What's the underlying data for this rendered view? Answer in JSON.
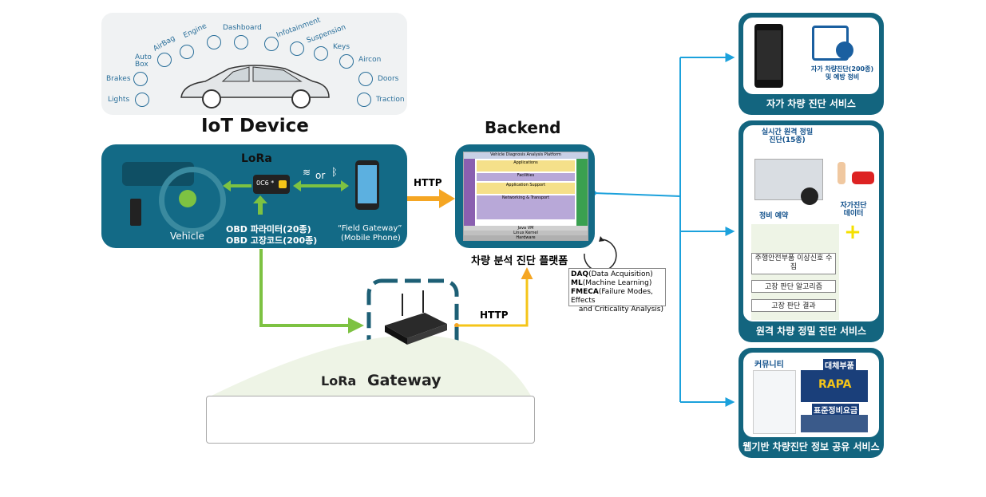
{
  "iot": {
    "title": "IoT Device",
    "car_labels": [
      "Engine",
      "Dashboard",
      "Infotainment",
      "Suspension",
      "AirBag",
      "Keys",
      "Auto Box",
      "Aircon",
      "Brakes",
      "Doors",
      "Lights",
      "Traction"
    ],
    "lora": "LoRa",
    "or": "or",
    "vehicle": "Vehicle",
    "obd1": "OBD 파라미터(20종)",
    "obd2": "OBD 고장코드(200종)",
    "phone1": "“Field Gateway”",
    "phone2": "(Mobile Phone)",
    "phone_screen": "0C6 *"
  },
  "backend": {
    "title": "Backend",
    "platform_title": "Vehicle Diagnosis Analysis Platform",
    "layers": [
      "Applications",
      "Facilities",
      "Application Support",
      "Networking & Transport",
      "Java VM",
      "Linux Kernel",
      "Hardware"
    ],
    "platform_label": "차량 분석 진단 플랫폼",
    "notes": [
      {
        "bold": "DAQ",
        "rest": "(Data Acquisition)"
      },
      {
        "bold": "ML",
        "rest": "(Machine Learning)"
      },
      {
        "bold": "FMECA",
        "rest": "(Failure Modes, Effects"
      },
      {
        "bold": "",
        "rest": "and Criticality Analysis)"
      }
    ]
  },
  "http1": "HTTP",
  "http2": "HTTP",
  "gateway": {
    "lora": "LoRa",
    "label": "Gateway"
  },
  "services": {
    "self": {
      "caption": "자가 차량 진단 서비스",
      "text": "자가 차량진단(200종) 및 예방 정비"
    },
    "remote": {
      "caption": "원격 차량 정밀 진단 서비스",
      "top": "실시간 원격 정밀 진단(15종)",
      "reserve": "정비 예약",
      "self_data": "자가진단 데이터",
      "steps": [
        "주행안전부품 이상신호 수집",
        "고장 판단 알고리즘",
        "고장 판단 결과"
      ]
    },
    "web": {
      "caption": "웹기반 차량진단 정보 공유 서비스",
      "community": "커뮤니티",
      "parts": "대체부품",
      "rapa": "RAPA",
      "standard": "표준정비요금"
    }
  },
  "colors": {
    "teal": "#136a86",
    "green": "#7dc242",
    "orange": "#f5a623",
    "blue": "#1ba1dc"
  }
}
